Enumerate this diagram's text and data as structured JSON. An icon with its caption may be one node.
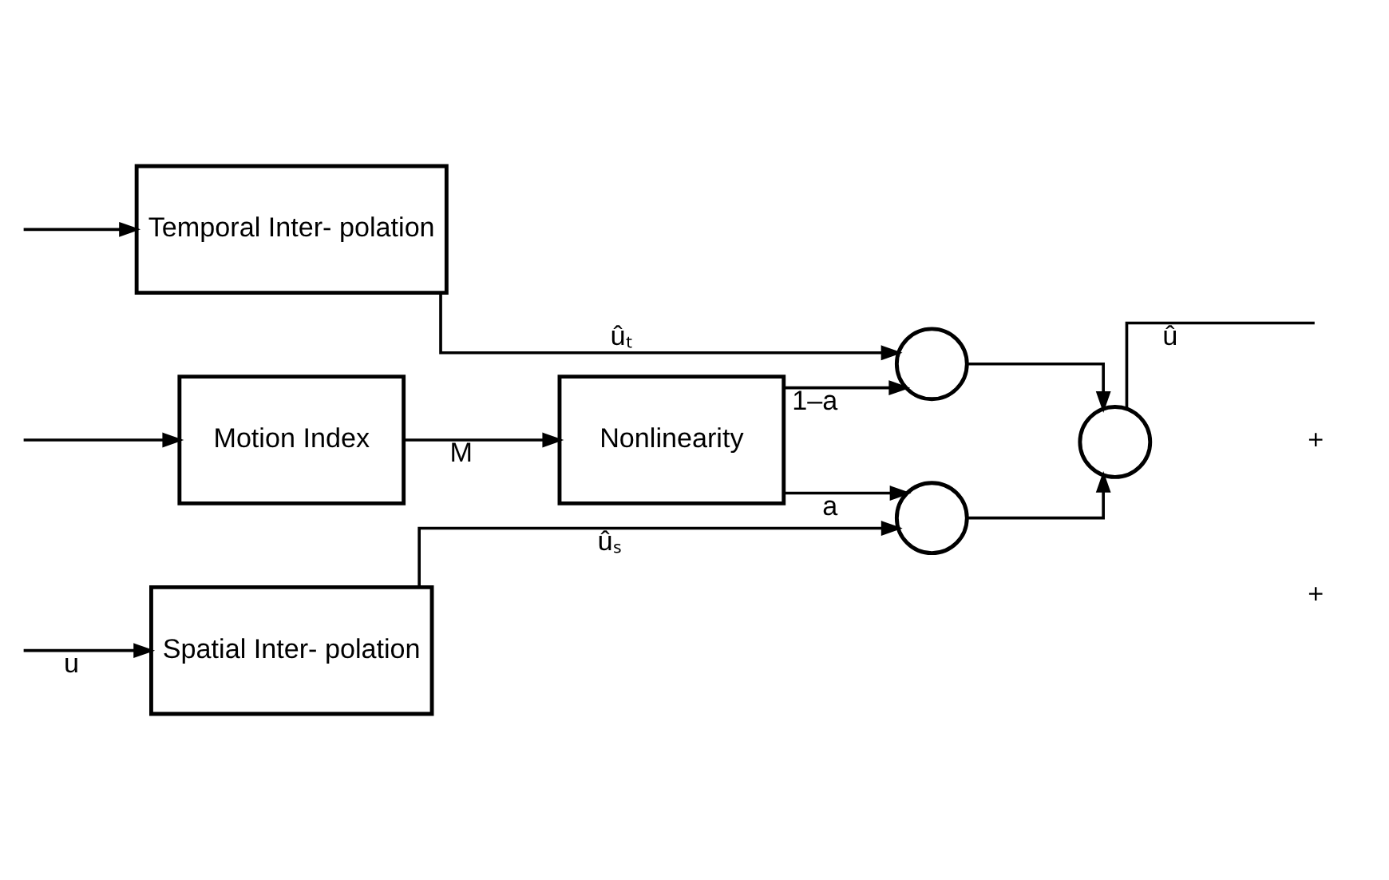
{
  "diagram": {
    "nodes": [
      {
        "text": [
          "Motion Index"
        ]
      },
      {
        "text": [
          "Nonlinearity"
        ]
      },
      {
        "text": [
          "Spatial Inter- polation"
        ]
      },
      {
        "text": [
          "Temporal Inter- polation"
        ]
      },
      {
        "text": [],
        "shape": "circle"
      },
      {
        "text": [],
        "shape": "circle"
      },
      {
        "text": [],
        "shape": "circle"
      }
    ],
    "edges": [
      {
        "from": null,
        "to": 0,
        "arrow": "to"
      },
      {
        "from": null,
        "to": 2,
        "arrow": "to",
        "label": "u"
      },
      {
        "from": null,
        "to": 3,
        "arrow": "to"
      },
      {
        "from": 0,
        "to": 1,
        "arrow": "to",
        "label": "M"
      },
      {
        "from": 1,
        "to": 4,
        "arrow": "to",
        "label": "a"
      },
      {
        "from": 1,
        "to": 5,
        "arrow": "to",
        "label": "1–a"
      },
      {
        "from": 2,
        "to": 4,
        "arrow": "to",
        "label": "ûₛ"
      },
      {
        "from": 3,
        "to": 5,
        "arrow": "to",
        "label": "ûₜ"
      },
      {
        "from": 4,
        "to": 6,
        "arrow": "to"
      },
      {
        "from": 5,
        "to": 6,
        "arrow": "to"
      },
      {
        "from": 6,
        "to": null,
        "arrow": "none",
        "label": "û"
      }
    ],
    "labels": [
      "+",
      "+"
    ]
  }
}
